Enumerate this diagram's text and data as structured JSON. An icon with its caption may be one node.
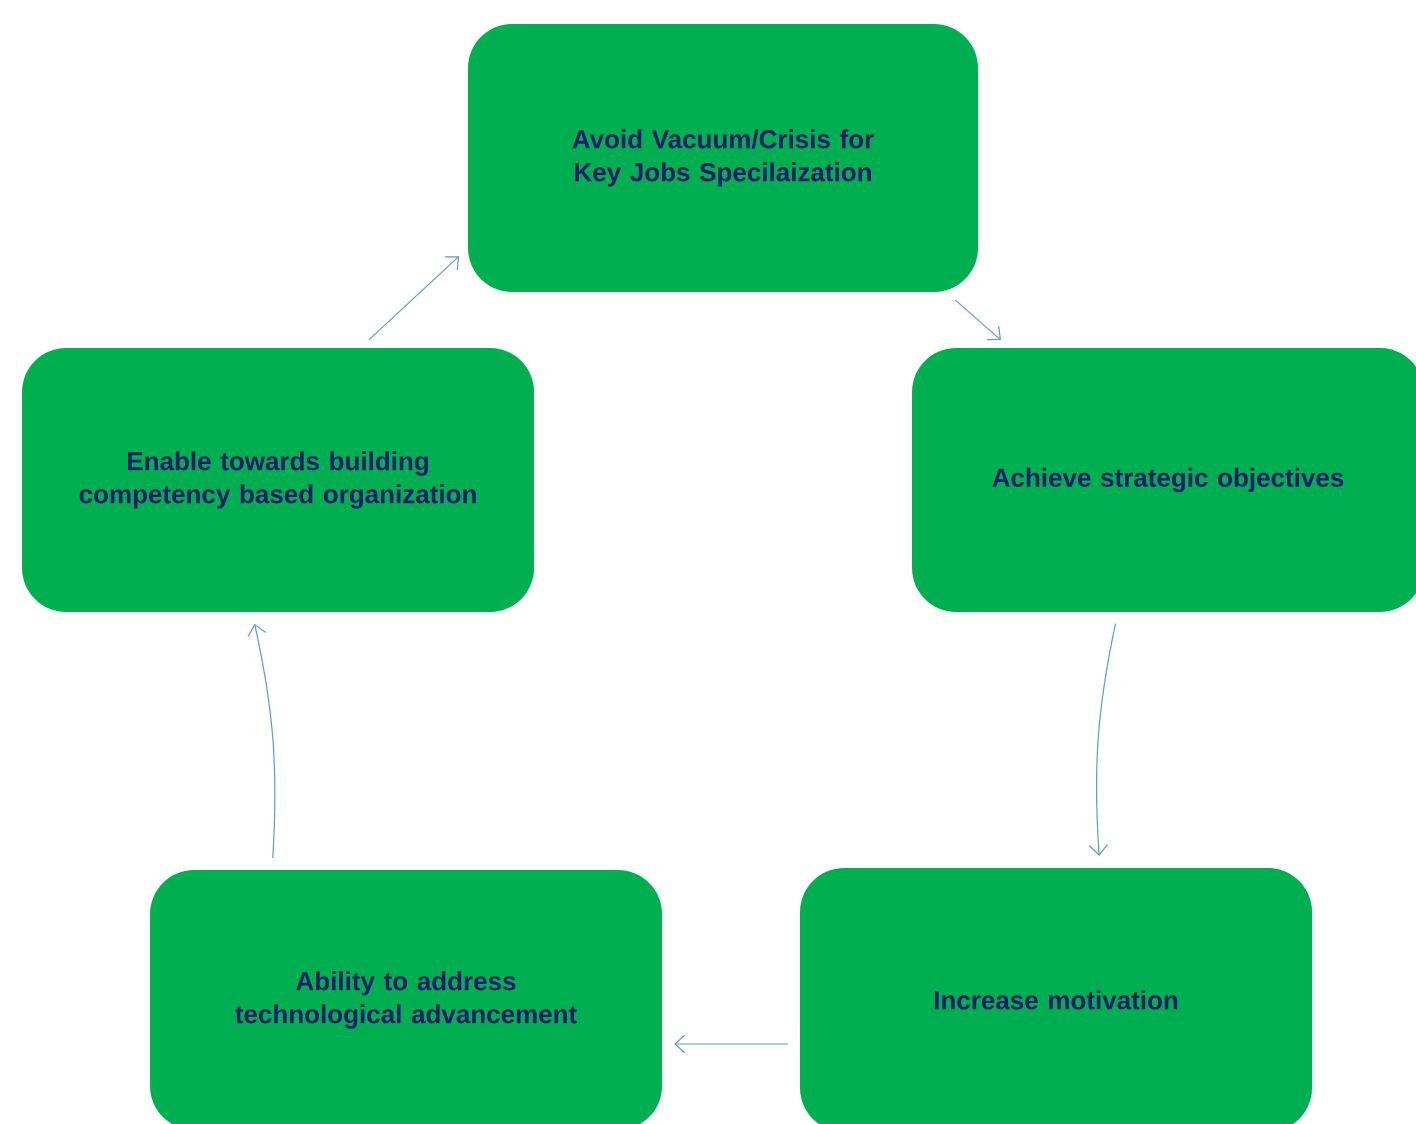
{
  "diagram": {
    "nodes": [
      {
        "text": [
          "Avoid Vacuum/Crisis for Key Jobs Specilaization"
        ]
      },
      {
        "text": [
          "Achieve strategic objectives"
        ]
      },
      {
        "text": [
          "Increase motivation"
        ]
      },
      {
        "text": [
          "Ability to address technological advancement"
        ]
      },
      {
        "text": [
          "Enable towards building competency based organization"
        ]
      }
    ],
    "edges": [
      {
        "from": 0,
        "to": 1,
        "arrow": "to"
      },
      {
        "from": 1,
        "to": 2,
        "arrow": "to"
      },
      {
        "from": 2,
        "to": 3,
        "arrow": "to"
      },
      {
        "from": 3,
        "to": 4,
        "arrow": "to"
      },
      {
        "from": 4,
        "to": 0,
        "arrow": "to"
      }
    ]
  }
}
